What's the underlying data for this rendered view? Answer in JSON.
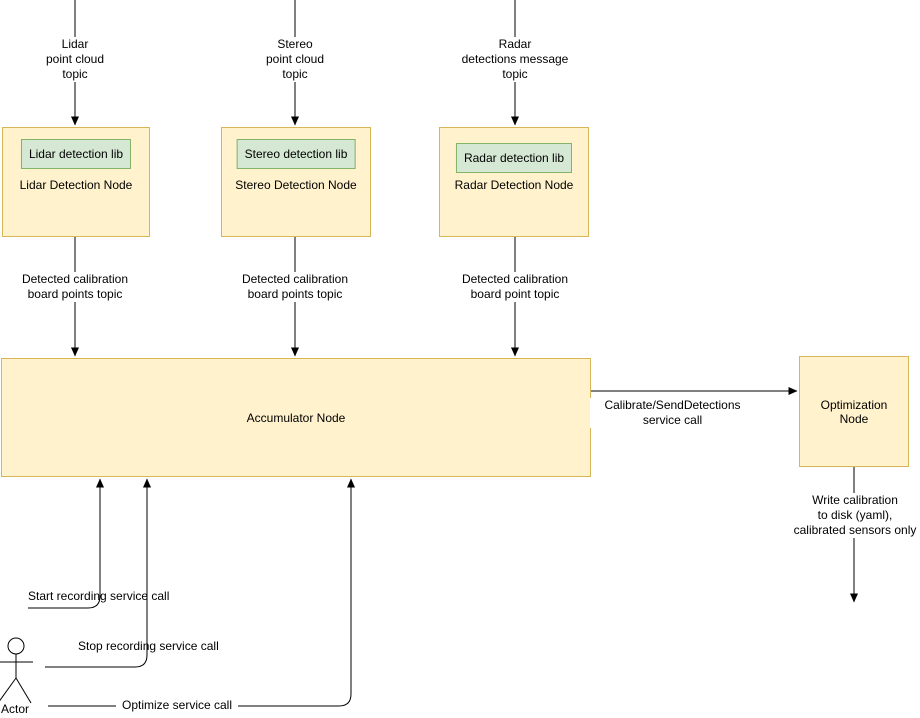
{
  "colors": {
    "node_fill": "#FFF2CC",
    "node_border": "#D6B656",
    "lib_fill": "#D5E8D4",
    "lib_border": "#82B366",
    "line_color": "#000000",
    "text_color": "#000000"
  },
  "nodes": {
    "lidar": {
      "title": "Lidar Detection Node",
      "lib": "Lidar detection lib"
    },
    "stereo": {
      "title": "Stereo Detection Node",
      "lib": "Stereo detection lib"
    },
    "radar": {
      "title": "Radar Detection Node",
      "lib": "Radar detection lib"
    },
    "accumulator": {
      "title": "Accumulator Node"
    },
    "optimization": {
      "title": "Optimization\nNode"
    }
  },
  "edge_labels": {
    "lidar_topic": "Lidar\npoint cloud\ntopic",
    "stereo_topic": "Stereo\npoint cloud\ntopic",
    "radar_topic": "Radar\ndetections message\ntopic",
    "lidar_detected": "Detected calibration\nboard points topic",
    "stereo_detected": "Detected calibration\nboard points topic",
    "radar_detected": "Detected calibration\nboard point topic",
    "calibrate_service": "Calibrate/SendDetections\nservice call",
    "write_calibration": "Write calibration\nto disk (yaml),\ncalibrated sensors only",
    "start_recording": "Start recording service call",
    "stop_recording": "Stop recording service call",
    "optimize": "Optimize service call"
  },
  "actor": {
    "label": "Actor"
  }
}
